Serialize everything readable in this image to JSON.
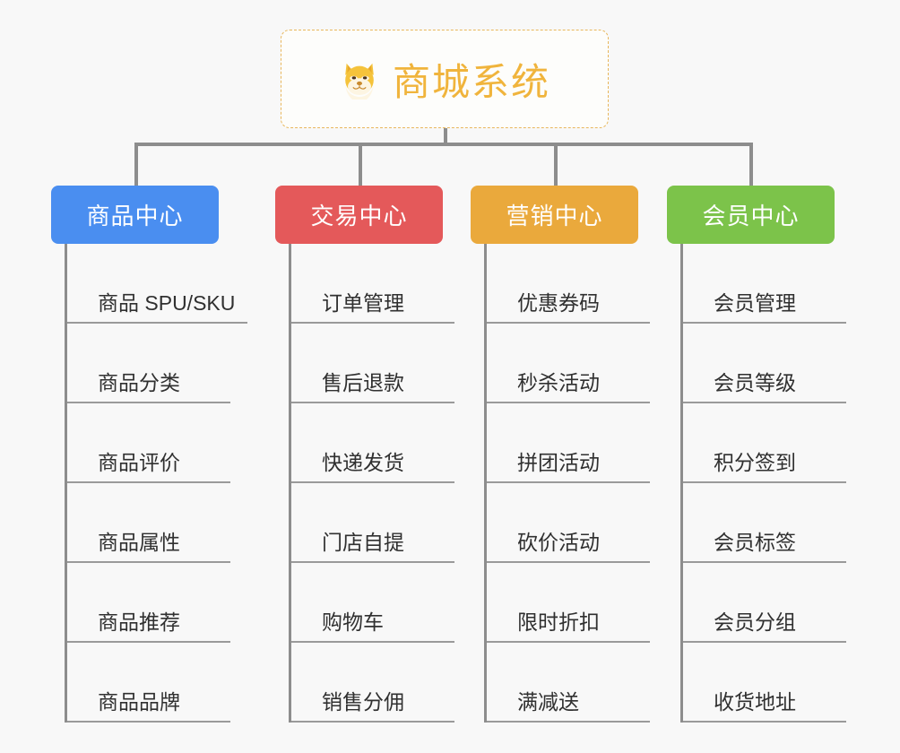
{
  "page": {
    "background_color": "#f8f8f8",
    "type": "mind-map"
  },
  "root": {
    "icon": "shiba-dog-emoji",
    "title": "商城系统",
    "text_color": "#f0b43c",
    "border_color": "#e8b75c",
    "background_color": "#fdfdfb"
  },
  "branches": [
    {
      "label": "商品中心",
      "color": "#4a8ef0",
      "items": [
        "商品 SPU/SKU",
        "商品分类",
        "商品评价",
        "商品属性",
        "商品推荐",
        "商品品牌"
      ]
    },
    {
      "label": "交易中心",
      "color": "#e4595a",
      "items": [
        "订单管理",
        "售后退款",
        "快递发货",
        "门店自提",
        "购物车",
        "销售分佣"
      ]
    },
    {
      "label": "营销中心",
      "color": "#eaa93c",
      "items": [
        "优惠券码",
        "秒杀活动",
        "拼团活动",
        "砍价活动",
        "限时折扣",
        "满减送"
      ]
    },
    {
      "label": "会员中心",
      "color": "#7cc34a",
      "items": [
        "会员管理",
        "会员等级",
        "积分签到",
        "会员标签",
        "会员分组",
        "收货地址"
      ]
    }
  ],
  "connector": {
    "color": "#8d8d8d"
  }
}
